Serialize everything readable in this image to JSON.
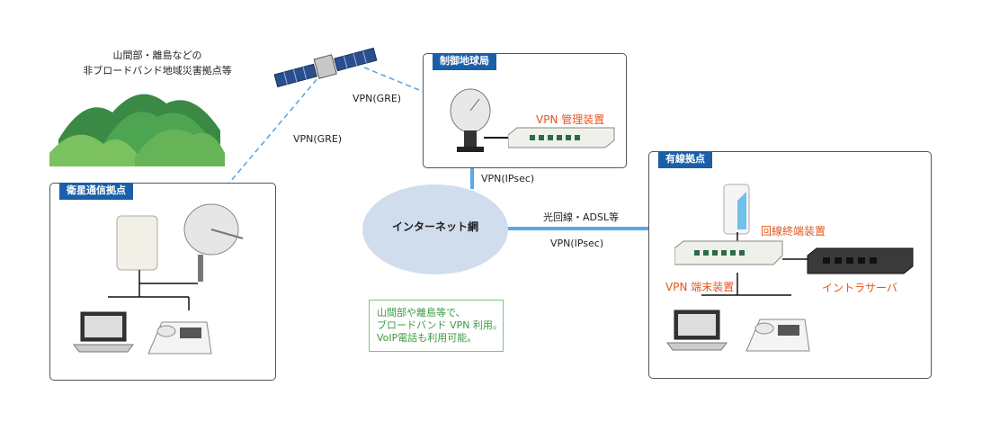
{
  "mountain_caption": {
    "line1": "山間部・離島などの",
    "line2": "非ブロードバンド地域災害拠点等"
  },
  "satellite_site": {
    "title": "衛星通信拠点"
  },
  "control_station": {
    "title": "制御地球局",
    "vpn_manager": "VPN 管理装置"
  },
  "wired_site": {
    "title": "有線拠点",
    "line_terminal": "回線終端装置",
    "vpn_terminal": "VPN 端末装置",
    "intranet_server": "イントラサーバ"
  },
  "internet": {
    "label": "インターネット網"
  },
  "links": {
    "vpn_gre_left": "VPN(GRE)",
    "vpn_gre_right": "VPN(GRE)",
    "vpn_ipsec_top": "VPN(IPsec)",
    "wired_line_type": "光回線・ADSL等",
    "vpn_ipsec_right": "VPN(IPsec)"
  },
  "note": {
    "line1": "山間部や離島等で、",
    "line2": "ブロードバンド VPN 利用。",
    "line3": "VoIP電話も利用可能。"
  },
  "colors": {
    "tag_blue": "#1a5fa8",
    "accent_orange": "#e5541c",
    "link_blue": "#5aa8e6",
    "note_green": "#3d9a45",
    "cloud_fill": "#d0dded"
  },
  "icons": [
    "mountains-illustration",
    "satellite-icon",
    "dish-antenna-icon",
    "router-icon",
    "laptop-icon",
    "ip-phone-icon",
    "modem-icon",
    "server-icon",
    "satellite-terminal-icon"
  ]
}
